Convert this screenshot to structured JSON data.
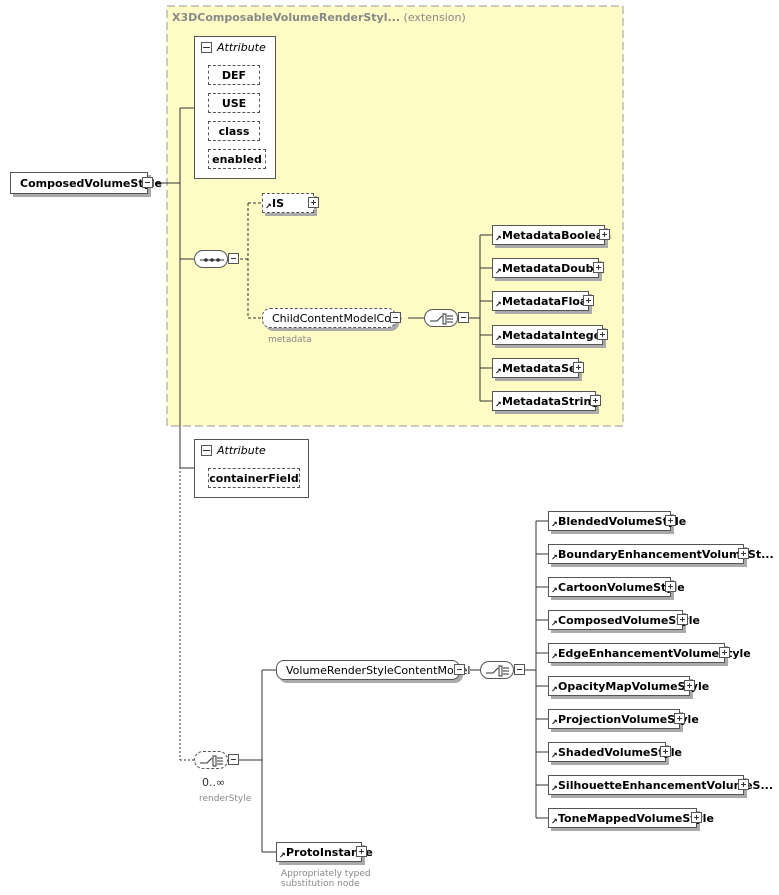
{
  "extension": {
    "name": "X3DComposableVolumeRenderStyl...",
    "suffix": "(extension)"
  },
  "root": {
    "label": "ComposedVolumeStyle"
  },
  "attributes_top": {
    "title": "Attribute",
    "items": [
      "DEF",
      "USE",
      "class",
      "enabled"
    ]
  },
  "is_element": {
    "label": "IS"
  },
  "child_group": {
    "label": "ChildContentModelCore",
    "caption": "metadata"
  },
  "metadata_items": [
    "MetadataBoolean",
    "MetadataDouble",
    "MetadataFloat",
    "MetadataInteger",
    "MetadataSet",
    "MetadataString"
  ],
  "attributes_bottom": {
    "title": "Attribute",
    "items": [
      "containerField"
    ]
  },
  "choice_bottom": {
    "cardinality": "0..∞",
    "caption": "renderStyle"
  },
  "volume_group": {
    "label": "VolumeRenderStyleContentModel"
  },
  "volume_items": [
    "BlendedVolumeStyle",
    "BoundaryEnhancementVolumeSt...",
    "CartoonVolumeStyle",
    "ComposedVolumeStyle",
    "EdgeEnhancementVolumeStyle",
    "OpacityMapVolumeStyle",
    "ProjectionVolumeStyle",
    "ShadedVolumeStyle",
    "SilhouetteEnhancementVolumeS...",
    "ToneMappedVolumeStyle"
  ],
  "proto": {
    "label": "ProtoInstance",
    "caption_line1": "Appropriately typed",
    "caption_line2": "substitution node"
  },
  "colors": {
    "extension_bg": "#fffbc4",
    "border": "#555555",
    "caption": "#888888"
  }
}
